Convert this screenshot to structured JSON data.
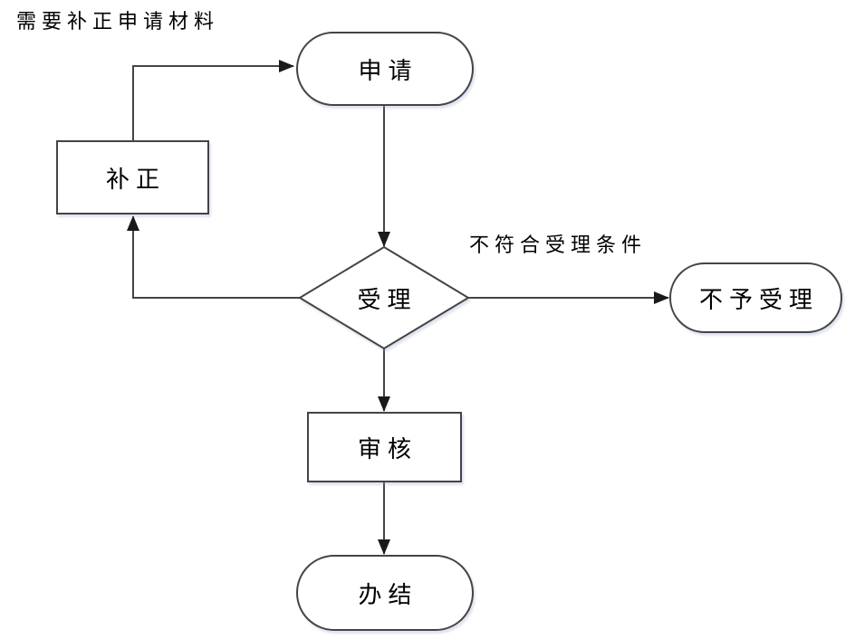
{
  "labels": {
    "need_supplement": "需要补正申请材料",
    "reject_condition": "不符合受理条件"
  },
  "nodes": {
    "apply": "申请",
    "supplement": "补正",
    "accept": "受理",
    "reject": "不予受理",
    "review": "审核",
    "complete": "办结"
  },
  "colors": {
    "line": "#444444",
    "text": "#000000",
    "background": "#ffffff"
  }
}
